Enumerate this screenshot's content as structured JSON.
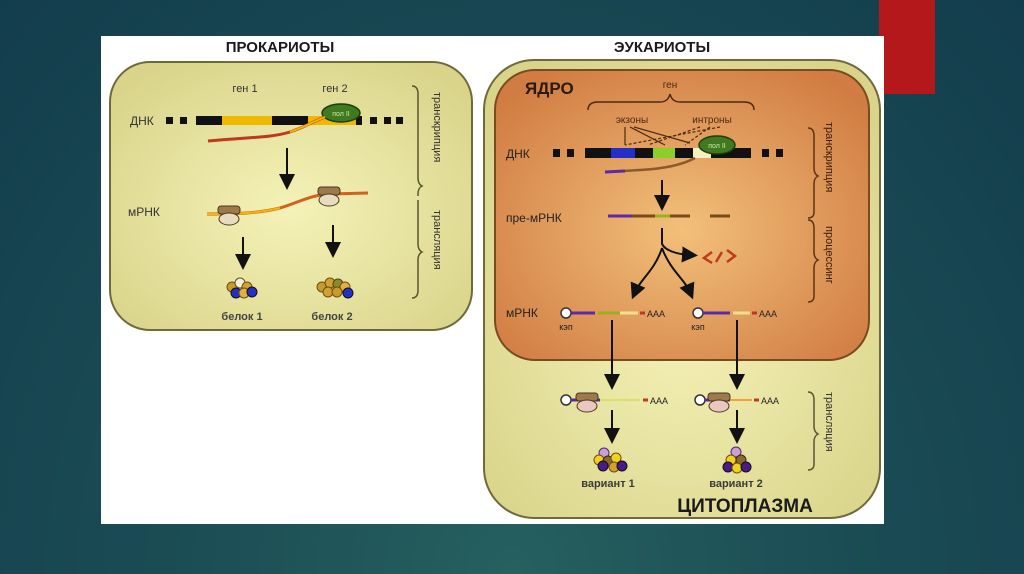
{
  "slide": {
    "accent_color": "#b5181a",
    "background_color": "#1b4d55"
  },
  "prokaryotes": {
    "title": "ПРОКАРИОТЫ",
    "dna_label": "ДНК",
    "gene1_label": "ген 1",
    "gene2_label": "ген 2",
    "polymerase_label": "пол II",
    "mrna_label": "мРНК",
    "protein1_label": "белок 1",
    "protein2_label": "белок 2",
    "stage_transcription": "транскрипция",
    "stage_translation": "трансляция"
  },
  "eukaryotes": {
    "title": "ЭУКАРИОТЫ",
    "nucleus_label": "ЯДРО",
    "gene_label": "ген",
    "exons_label": "экзоны",
    "introns_label": "интроны",
    "dna_label": "ДНК",
    "polymerase_label": "пол II",
    "pre_mrna_label": "пре-мРНК",
    "mrna_label": "мРНК",
    "cap_label_1": "кэп",
    "cap_label_2": "кэп",
    "polya_1": "AAA",
    "polya_2": "AAA",
    "polya_3": "AAA",
    "polya_4": "AAA",
    "variant1_label": "вариант 1",
    "variant2_label": "вариант 2",
    "cytoplasm_label": "ЦИТОПЛАЗМА",
    "stage_transcription": "транскрипция",
    "stage_processing": "процессинг",
    "stage_translation": "трансляция"
  },
  "colors": {
    "cell_fill": "#e3df9a",
    "nucleus_fill": "#d98a4e",
    "exon_blue": "#2230c8",
    "exon_green": "#8ccf2a",
    "polymerase_green": "#3f7a20",
    "mrna_red": "#c0391c",
    "mrna_yellow": "#f0b800"
  }
}
